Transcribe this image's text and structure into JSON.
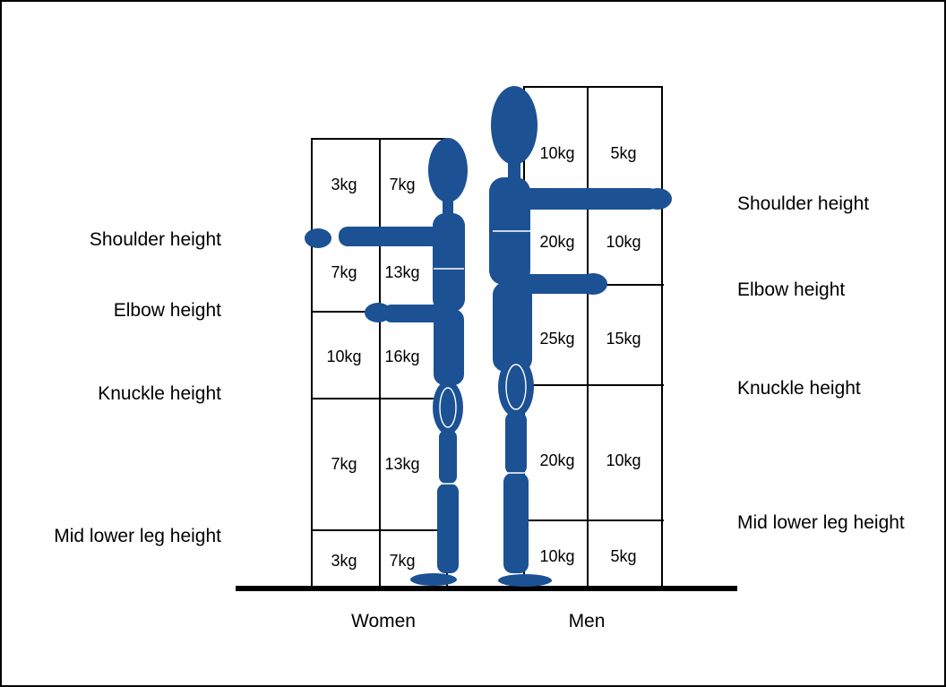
{
  "border_color": "#000000",
  "figure_color": "#1c5194",
  "women": {
    "label": "Women",
    "zones": {
      "shoulder_upper": [
        "3kg",
        "7kg"
      ],
      "shoulder_lower": [
        "7kg",
        "13kg"
      ],
      "elbow_knuckle": [
        "10kg",
        "16kg"
      ],
      "knuckle_midleg": [
        "7kg",
        "13kg"
      ],
      "midleg_floor": [
        "3kg",
        "7kg"
      ]
    },
    "height_labels": {
      "shoulder": "Shoulder height",
      "elbow": "Elbow height",
      "knuckle": "Knuckle height",
      "mid_lower_leg": "Mid lower leg height"
    }
  },
  "men": {
    "label": "Men",
    "zones": {
      "shoulder_upper": [
        "10kg",
        "5kg"
      ],
      "shoulder_lower": [
        "20kg",
        "10kg"
      ],
      "elbow_knuckle": [
        "25kg",
        "15kg"
      ],
      "knuckle_midleg": [
        "20kg",
        "10kg"
      ],
      "midleg_floor": [
        "10kg",
        "5kg"
      ]
    },
    "height_labels": {
      "shoulder": "Shoulder height",
      "elbow": "Elbow height",
      "knuckle": "Knuckle height",
      "mid_lower_leg": "Mid lower leg height"
    }
  }
}
